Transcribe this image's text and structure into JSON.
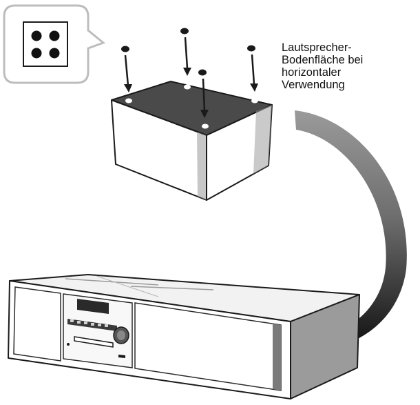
{
  "caption": {
    "lines": [
      "Lautsprecher-",
      "Bodenfläche bei",
      "horizontaler",
      "Verwendung"
    ]
  },
  "icons": {
    "pad_callout": "four-dots-pad-icon",
    "placement_arrow": "curved-arrow-icon"
  },
  "pads": {
    "count": 4
  },
  "colors": {
    "outline": "#1a1a1a",
    "speaker_top": "#4a4a4a",
    "arrow_gray": "#8a8a8a",
    "arrow_dark": "#151515"
  }
}
